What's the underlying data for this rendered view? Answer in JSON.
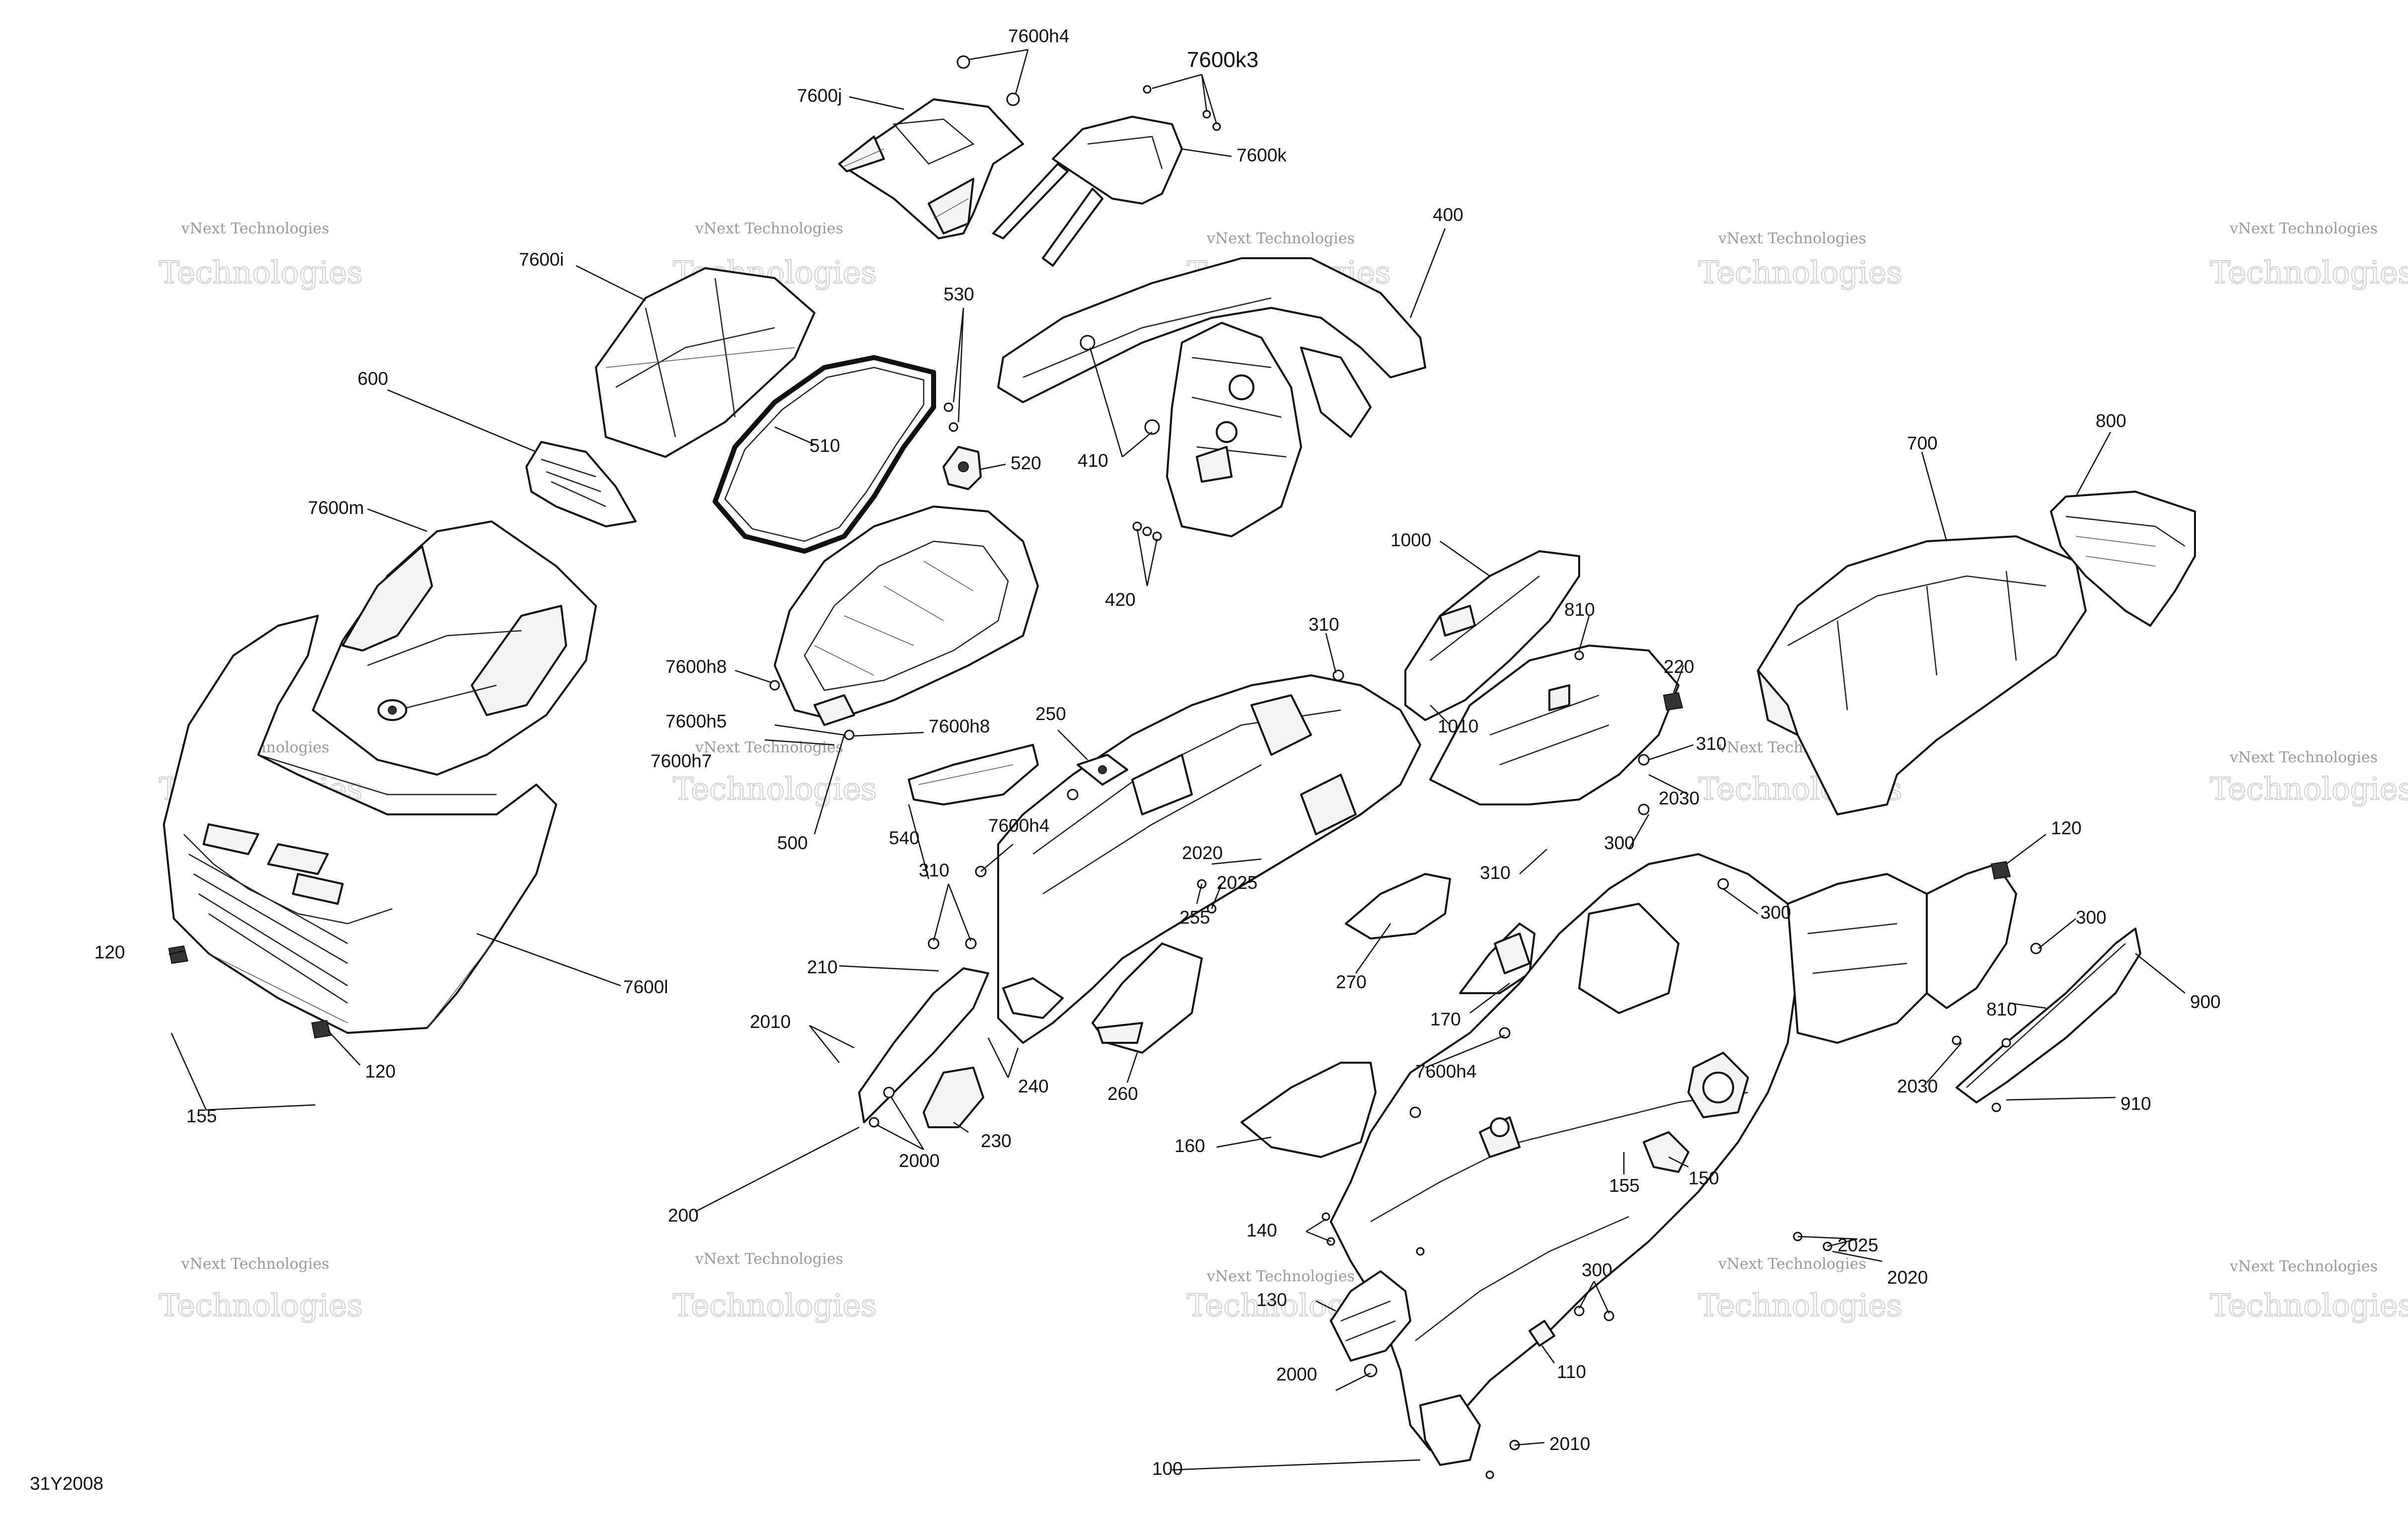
{
  "diagram_code": "31Y2008",
  "watermark": {
    "line1": "vNext Technologies",
    "line2": "Technologies"
  },
  "labels": {
    "l_7600h4_top": "7600h4",
    "l_7600k3": "7600k3",
    "l_7600j": "7600j",
    "l_7600k": "7600k",
    "l_400": "400",
    "l_7600i": "7600i",
    "l_530": "530",
    "l_600": "600",
    "l_510": "510",
    "l_520": "520",
    "l_410": "410",
    "l_7600m": "7600m",
    "l_420": "420",
    "l_700": "700",
    "l_800": "800",
    "l_1000": "1000",
    "l_7600h8_a": "7600h8",
    "l_310_a": "310",
    "l_810_a": "810",
    "l_7600h5": "7600h5",
    "l_7600h7": "7600h7",
    "l_7600h8_b": "7600h8",
    "l_250": "250",
    "l_220": "220",
    "l_1010": "1010",
    "l_310_b": "310",
    "l_500": "500",
    "l_540": "540",
    "l_2030_a": "2030",
    "l_7600h4_mid": "7600h4",
    "l_300_a": "300",
    "l_2020_a": "2020",
    "l_2025_a": "2025",
    "l_310_c": "310",
    "l_120_r": "120",
    "l_310_d": "310",
    "l_255": "255",
    "l_300_b": "300",
    "l_300_c": "300",
    "l_120_l": "120",
    "l_7600l": "7600l",
    "l_210": "210",
    "l_270": "270",
    "l_900": "900",
    "l_170": "170",
    "l_810_b": "810",
    "l_2010_a": "2010",
    "l_120_b": "120",
    "l_7600h4_low": "7600h4",
    "l_240": "240",
    "l_260": "260",
    "l_2030_b": "2030",
    "l_910": "910",
    "l_155_l": "155",
    "l_160": "160",
    "l_230": "230",
    "l_2000_a": "2000",
    "l_200": "200",
    "l_155_r": "155",
    "l_150": "150",
    "l_140": "140",
    "l_2025_b": "2025",
    "l_2020_b": "2020",
    "l_300_d": "300",
    "l_130": "130",
    "l_110": "110",
    "l_2000_b": "2000",
    "l_2010_b": "2010",
    "l_100": "100"
  }
}
